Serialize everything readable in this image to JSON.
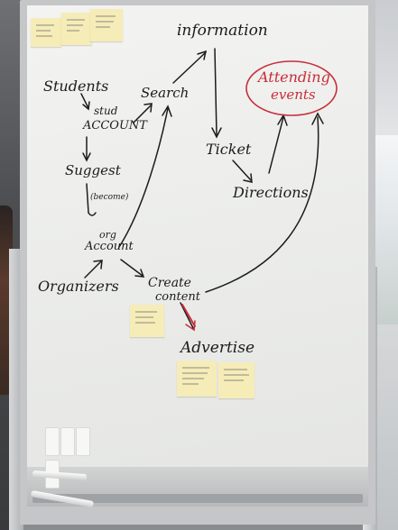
{
  "board": {
    "nodes": {
      "information": "information",
      "students": "Students",
      "stud_account": "stud",
      "stud_account_2": "ACCOUNT",
      "search": "Search",
      "attending": "Attending",
      "attending_2": "events",
      "suggest": "Suggest",
      "become": "(become)",
      "ticket": "Ticket",
      "directions": "Directions",
      "org_account": "org",
      "org_account_2": "Account",
      "organizers": "Organizers",
      "create_content": "Create",
      "create_content_2": "content",
      "advertise": "Advertise"
    }
  },
  "colors": {
    "marker": "#1c1c1c",
    "highlight": "#c62e3a",
    "sticky": "#f5ecb8"
  }
}
